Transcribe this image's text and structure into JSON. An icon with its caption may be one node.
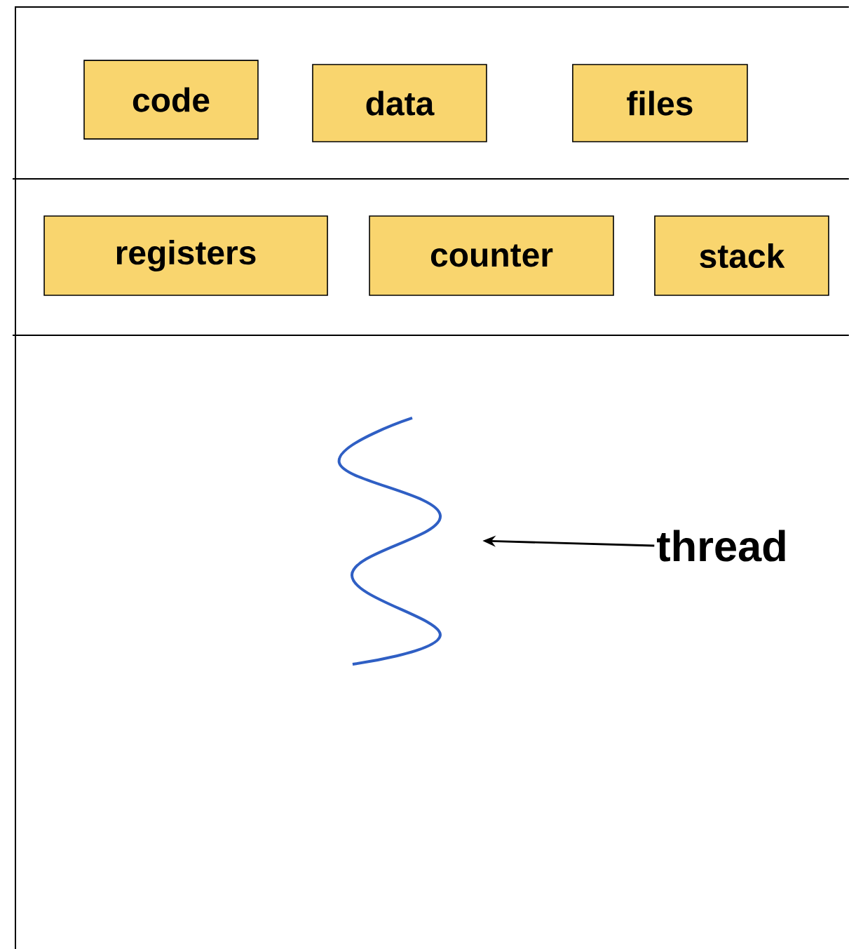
{
  "diagram": {
    "nodes": [
      {
        "text": [
          "code"
        ]
      },
      {
        "text": [
          "data"
        ]
      },
      {
        "text": [
          "files"
        ]
      },
      {
        "text": [
          "registers"
        ]
      },
      {
        "text": [
          "counter"
        ]
      },
      {
        "text": [
          "stack"
        ]
      },
      {
        "text": [],
        "shape": "picture"
      },
      {
        "text": [
          "thread"
        ]
      }
    ],
    "edges": [
      {
        "from": 7,
        "to": 6,
        "arrow": "to"
      }
    ]
  }
}
